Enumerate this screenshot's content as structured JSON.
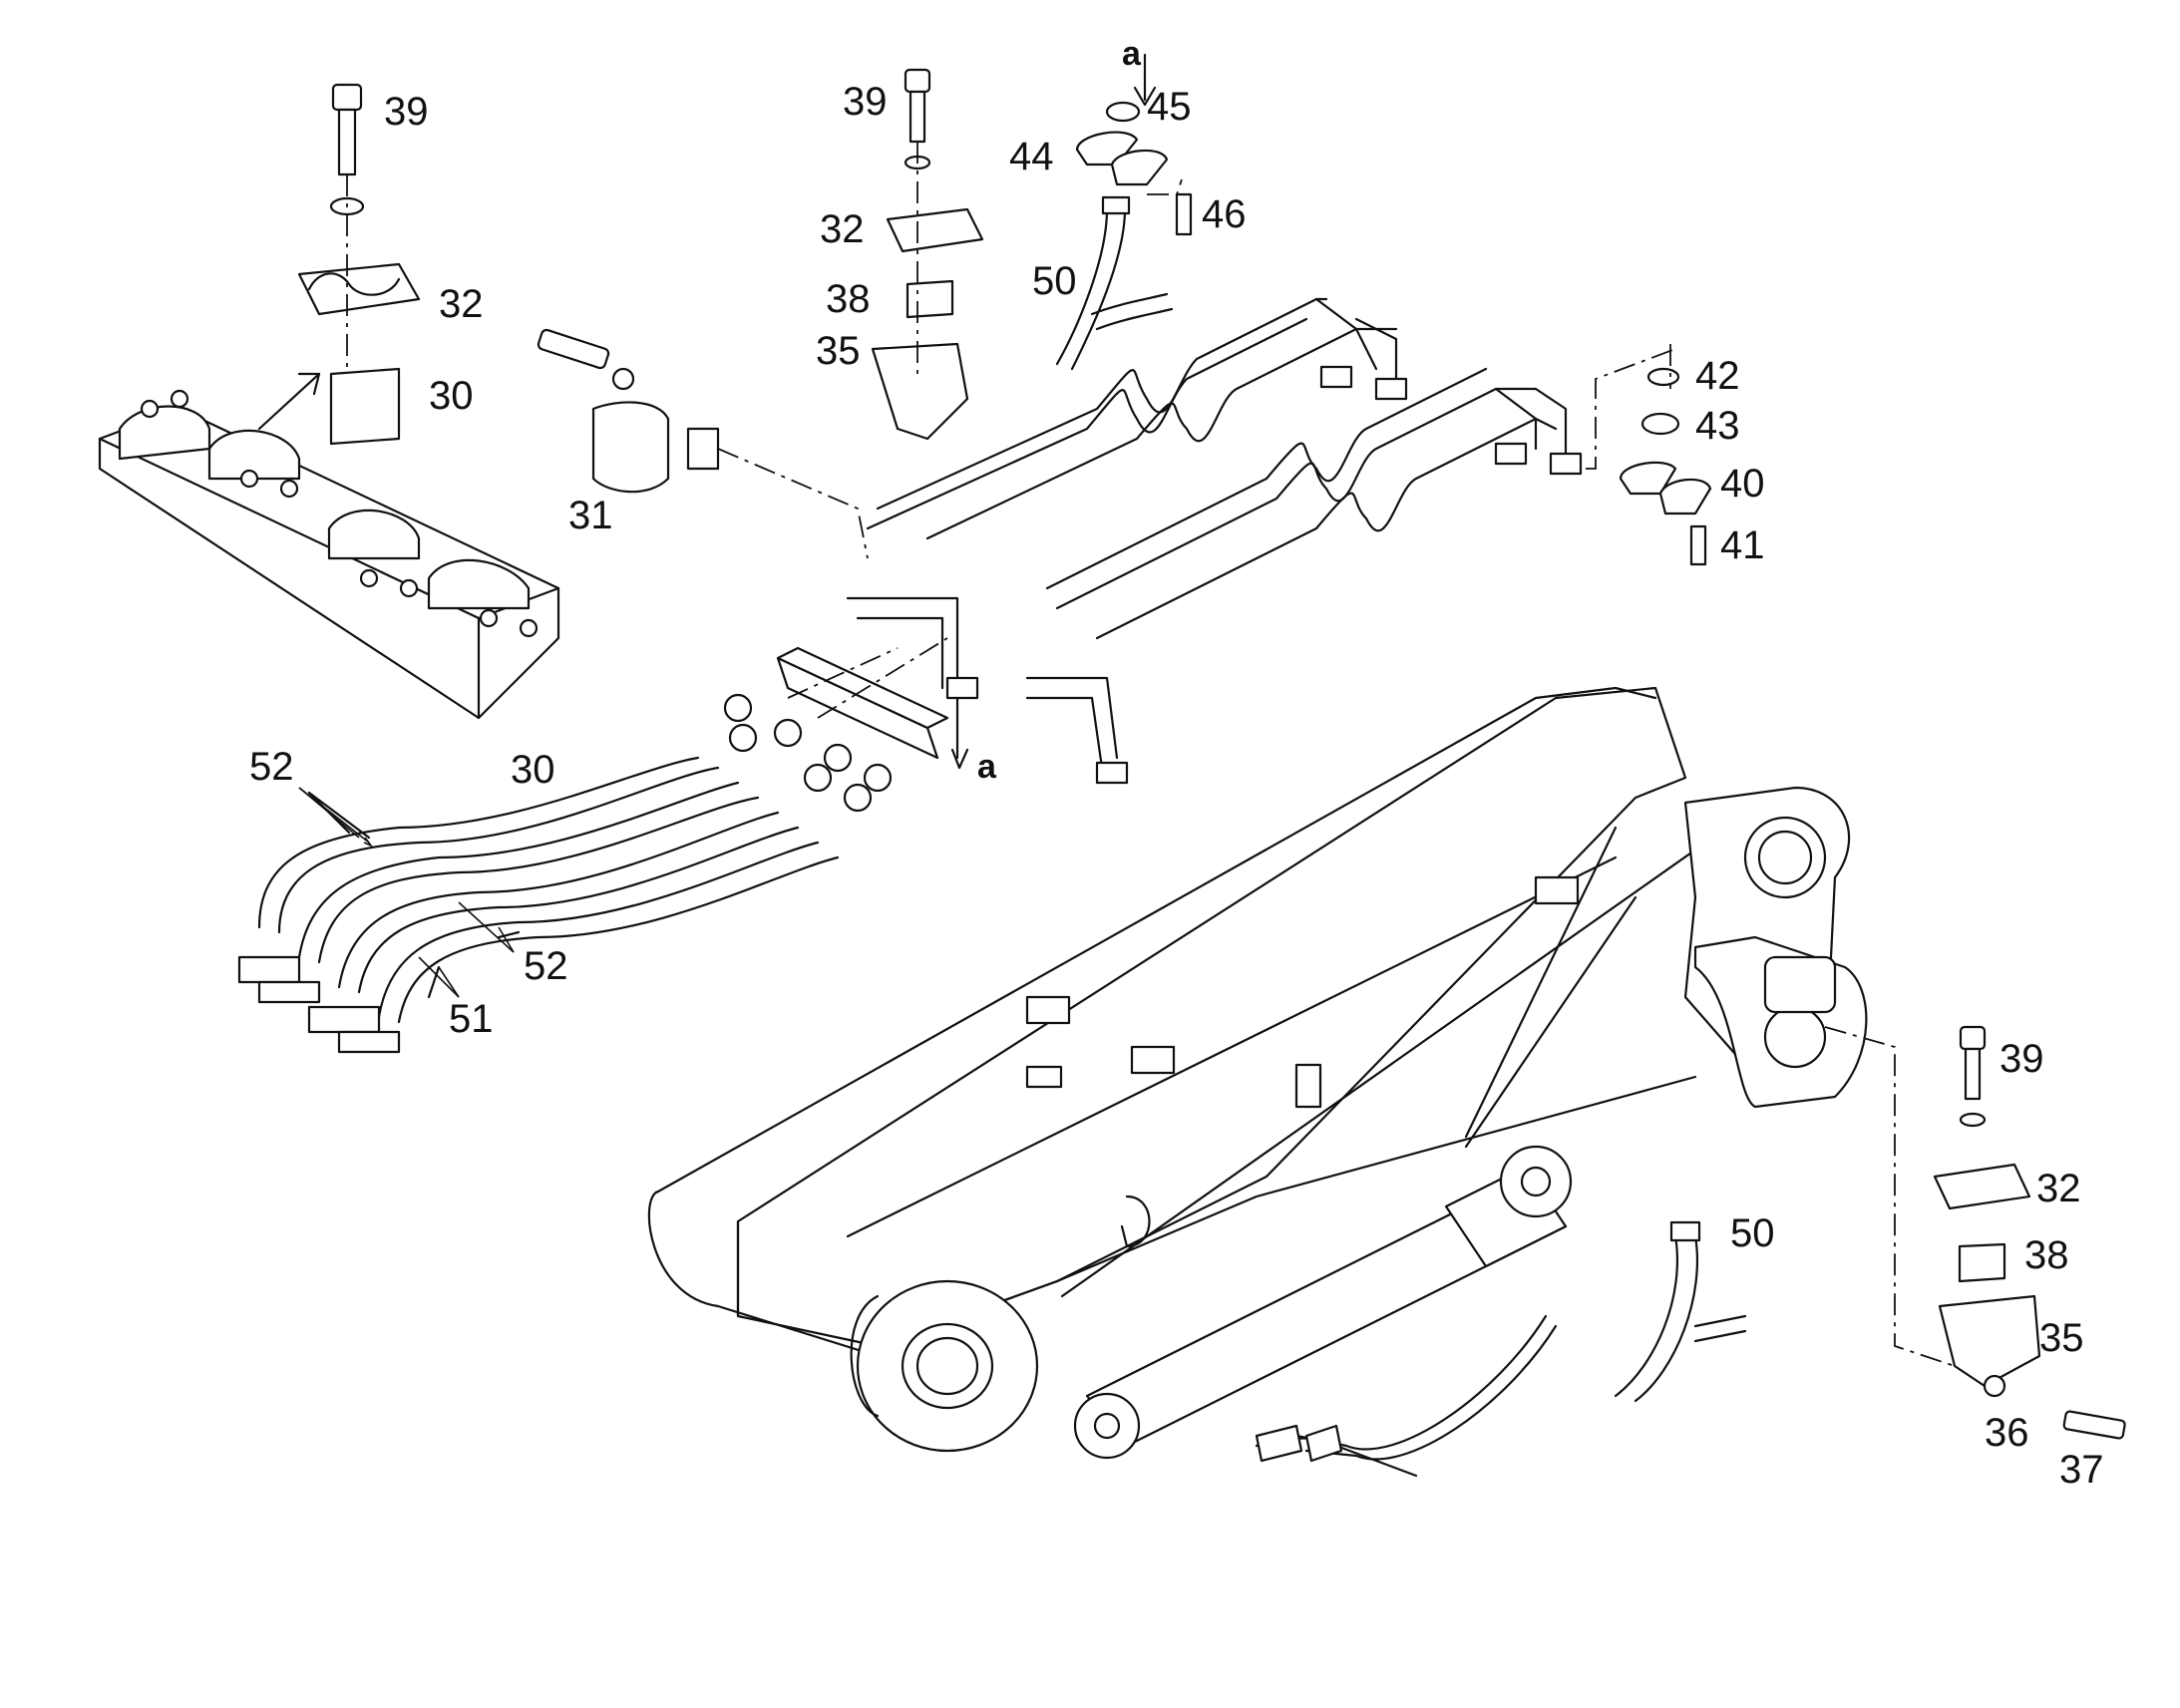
{
  "callouts": {
    "c39a": "39",
    "c32a": "32",
    "c30a": "30",
    "c30b": "30",
    "c39b": "39",
    "c32b": "32",
    "c38a": "38",
    "c35a": "35",
    "c31": "31",
    "ca_top": "a",
    "c45": "45",
    "c44": "44",
    "c46": "46",
    "c50a": "50",
    "c42": "42",
    "c43": "43",
    "c40": "40",
    "c41": "41",
    "ca_bot": "a",
    "c52a": "52",
    "c52b": "52",
    "c51": "51",
    "c39c": "39",
    "c32c": "32",
    "c38b": "38",
    "c35b": "35",
    "c36": "36",
    "c37": "37",
    "c50b": "50"
  }
}
